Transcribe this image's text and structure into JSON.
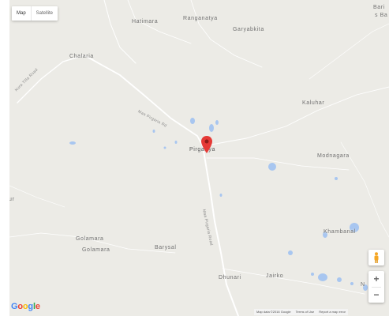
{
  "map_type": {
    "map_label": "Map",
    "satellite_label": "Satellite"
  },
  "places": {
    "hatimara": "Hatimara",
    "ranganatya": "Ranganatya",
    "garyabkita": "Garyabkita",
    "chalaria": "Chalaria",
    "kaluhar": "Kaluhar",
    "pirgaria": "Pirgariya",
    "modnagara": "Modnagara",
    "top_right_1": "Bari",
    "top_right_2": "s Ba",
    "left_edge": "npur",
    "golamara_1": "Golamara",
    "golamara_2": "Golamara",
    "barysal": "Barysal",
    "dhunari": "Dhunari",
    "jairko": "Jairko",
    "khambanal": "Khambanal",
    "right_edge": "N"
  },
  "roads": {
    "northwest_road": "Kura Tilla Road",
    "central_road": "Maa Pirgaria Rd",
    "south_road": "Maa Pirgaria Road"
  },
  "controls": {
    "zoom_in": "+",
    "zoom_out": "−"
  },
  "branding": {
    "logo_letters": [
      "G",
      "o",
      "o",
      "g",
      "l",
      "e"
    ]
  },
  "footer": {
    "map_data": "Map data ©2016 Google",
    "terms": "Terms of Use",
    "report": "Report a map error"
  },
  "colors": {
    "land": "#ecebe6",
    "road": "#ffffff",
    "water": "#a8c6f0",
    "pin": "#e53935",
    "logo": [
      "#4285f4",
      "#ea4335",
      "#fbbc05",
      "#4285f4",
      "#34a853",
      "#ea4335"
    ]
  }
}
